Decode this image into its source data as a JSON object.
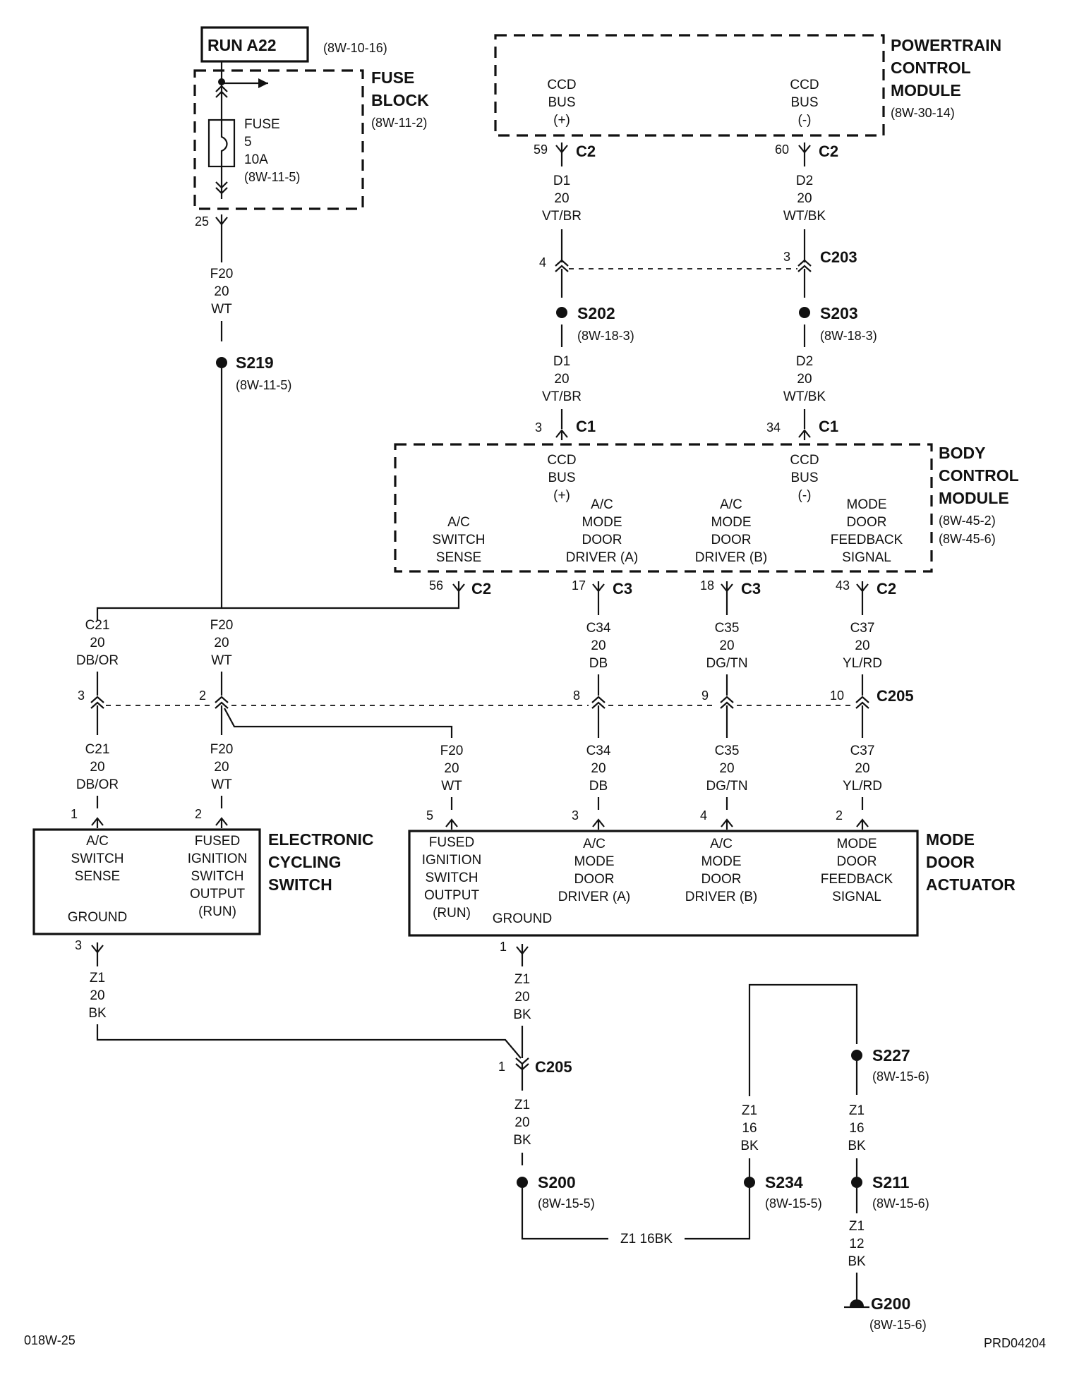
{
  "fuse_block": {
    "source": "RUN A22",
    "source_ref": "(8W-10-16)",
    "title": [
      "FUSE",
      "BLOCK"
    ],
    "ref": "(8W-11-2)",
    "fuse": [
      "FUSE",
      "5",
      "10A",
      "(8W-11-5)"
    ],
    "out_pin": "25"
  },
  "pcm": {
    "title": [
      "POWERTRAIN",
      "CONTROL",
      "MODULE"
    ],
    "ref": "(8W-30-14)",
    "bus_pos": [
      "CCD",
      "BUS",
      "(+)"
    ],
    "bus_neg": [
      "CCD",
      "BUS",
      "(-)"
    ],
    "pin_pos": "59",
    "pin_neg": "60",
    "conn_pos": "C2",
    "conn_neg": "C2"
  },
  "bcm": {
    "title": [
      "BODY",
      "CONTROL",
      "MODULE"
    ],
    "refs": [
      "(8W-45-2)",
      "(8W-45-6)"
    ],
    "bus_pos": [
      "CCD",
      "BUS",
      "(+)"
    ],
    "bus_neg": [
      "CCD",
      "BUS",
      "(-)"
    ],
    "in_pos_pin": "3",
    "in_pos_conn": "C1",
    "in_neg_pin": "34",
    "in_neg_conn": "C1",
    "func_acss": [
      "A/C",
      "SWITCH",
      "SENSE"
    ],
    "func_mda": [
      "A/C",
      "MODE",
      "DOOR",
      "DRIVER (A)"
    ],
    "func_mdb": [
      "A/C",
      "MODE",
      "DOOR",
      "DRIVER (B)"
    ],
    "func_fb": [
      "MODE",
      "DOOR",
      "FEEDBACK",
      "SIGNAL"
    ],
    "out_pins": [
      {
        "pin": "56",
        "conn": "C2"
      },
      {
        "pin": "17",
        "conn": "C3"
      },
      {
        "pin": "18",
        "conn": "C3"
      },
      {
        "pin": "43",
        "conn": "C2"
      }
    ]
  },
  "wires": {
    "f20_top": [
      "F20",
      "20",
      "WT"
    ],
    "d1_top": [
      "D1",
      "20",
      "VT/BR"
    ],
    "d2_top": [
      "D2",
      "20",
      "WT/BK"
    ],
    "d1_bot": [
      "D1",
      "20",
      "VT/BR"
    ],
    "d2_bot": [
      "D2",
      "20",
      "WT/BK"
    ],
    "c21_up": [
      "C21",
      "20",
      "DB/OR"
    ],
    "f20_up": [
      "F20",
      "20",
      "WT"
    ],
    "c34_up": [
      "C34",
      "20",
      "DB"
    ],
    "c35_up": [
      "C35",
      "20",
      "DG/TN"
    ],
    "c37_up": [
      "C37",
      "20",
      "YL/RD"
    ],
    "c21_lo": [
      "C21",
      "20",
      "DB/OR"
    ],
    "f20_lo": [
      "F20",
      "20",
      "WT"
    ],
    "f20_br": [
      "F20",
      "20",
      "WT"
    ],
    "c34_lo": [
      "C34",
      "20",
      "DB"
    ],
    "c35_lo": [
      "C35",
      "20",
      "DG/TN"
    ],
    "c37_lo": [
      "C37",
      "20",
      "YL/RD"
    ],
    "z1_ecs": [
      "Z1",
      "20",
      "BK"
    ],
    "z1_mda": [
      "Z1",
      "20",
      "BK"
    ],
    "z1_c205": [
      "Z1",
      "20",
      "BK"
    ],
    "z1_s234": [
      "Z1",
      "16",
      "BK"
    ],
    "z1_s227": [
      "Z1",
      "16",
      "BK"
    ],
    "z1_g200": [
      "Z1",
      "12",
      "BK"
    ],
    "z1_horiz": "Z1   16BK"
  },
  "c203": {
    "name": "C203",
    "pin_a": "4",
    "pin_b": "3"
  },
  "c205_mid": {
    "name": "C205",
    "pins": [
      "3",
      "2",
      "8",
      "9",
      "10"
    ]
  },
  "c205_low": {
    "name": "C205",
    "pin": "1"
  },
  "splices": {
    "s219": {
      "name": "S219",
      "ref": "(8W-11-5)"
    },
    "s202": {
      "name": "S202",
      "ref": "(8W-18-3)"
    },
    "s203": {
      "name": "S203",
      "ref": "(8W-18-3)"
    },
    "s200": {
      "name": "S200",
      "ref": "(8W-15-5)"
    },
    "s234": {
      "name": "S234",
      "ref": "(8W-15-5)"
    },
    "s227": {
      "name": "S227",
      "ref": "(8W-15-6)"
    },
    "s211": {
      "name": "S211",
      "ref": "(8W-15-6)"
    }
  },
  "ground": {
    "name": "G200",
    "ref": "(8W-15-6)"
  },
  "ecs": {
    "title": [
      "ELECTRONIC",
      "CYCLING",
      "SWITCH"
    ],
    "func_acss": [
      "A/C",
      "SWITCH",
      "SENSE"
    ],
    "func_fiso": [
      "FUSED",
      "IGNITION",
      "SWITCH",
      "OUTPUT",
      "(RUN)"
    ],
    "ground": "GROUND",
    "pin_a": "1",
    "pin_b": "2",
    "pin_gnd": "3"
  },
  "mda": {
    "title": [
      "MODE",
      "DOOR",
      "ACTUATOR"
    ],
    "func_fiso": [
      "FUSED",
      "IGNITION",
      "SWITCH",
      "OUTPUT",
      "(RUN)"
    ],
    "func_mda": [
      "A/C",
      "MODE",
      "DOOR",
      "DRIVER (A)"
    ],
    "func_mdb": [
      "A/C",
      "MODE",
      "DOOR",
      "DRIVER (B)"
    ],
    "func_fb": [
      "MODE",
      "DOOR",
      "FEEDBACK",
      "SIGNAL"
    ],
    "ground": "GROUND",
    "pins": [
      "5",
      "3",
      "4",
      "2"
    ],
    "pin_gnd": "1"
  },
  "footer": {
    "left": "018W-25",
    "right": "PRD04204"
  }
}
